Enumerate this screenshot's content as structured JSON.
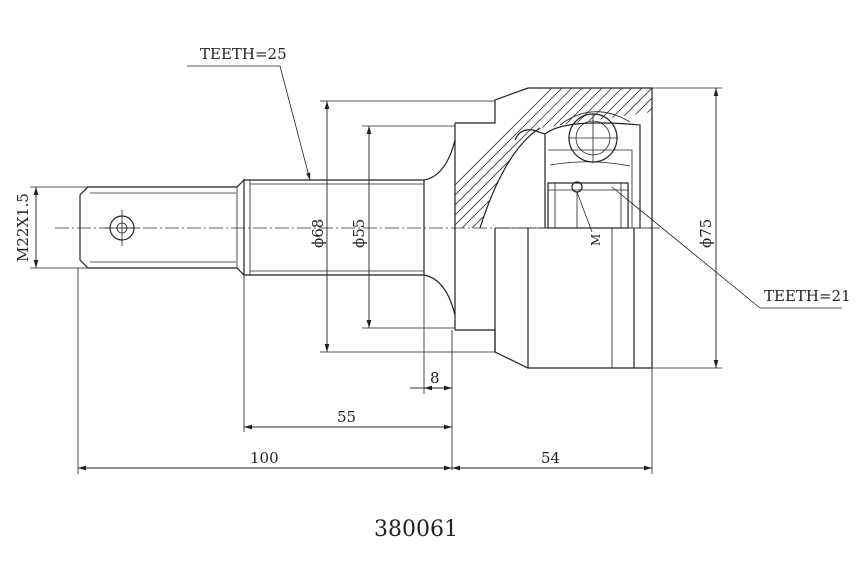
{
  "drawing": {
    "part_number": "380061",
    "labels": {
      "teeth_outer": "TEETH=25",
      "teeth_inner": "TEETH=21",
      "thread": "M22X1.5",
      "marker": "M"
    },
    "dimensions": {
      "dia_68": "ϕ68",
      "dia_55": "ϕ55",
      "dia_75": "ϕ75",
      "len_8": "8",
      "len_55": "55",
      "len_100": "100",
      "len_54": "54"
    }
  }
}
